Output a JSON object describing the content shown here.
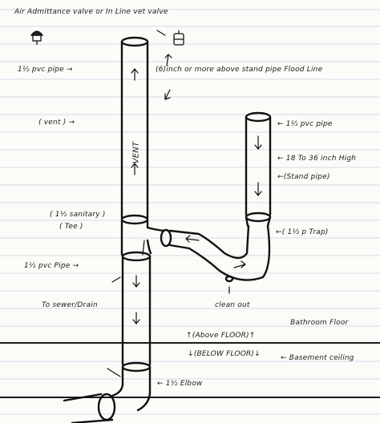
{
  "colors": {
    "paper": "#fbfbf8",
    "rule": "#9fb7cf",
    "ink": "#1a1a1a",
    "margin_line": "#d9a4a4"
  },
  "labels": {
    "air_admittance": "Air Admittance valve or In Line vet valve",
    "pvc_left": "1½ pvc pipe →",
    "six_inch": "(6)inch or more above stand pipe Flood Line",
    "vent_label": "( vent ) →",
    "vent_text": "VENT",
    "pvc_right": "← 1½ pvc pipe",
    "inch_high": "← 18 To 36 inch High",
    "stand_pipe": "←(Stand pipe)",
    "sanitary_tee_1": "( 1½ sanitary )",
    "sanitary_tee_2": "( Tee )",
    "p_trap": "←( 1½ p Trap)",
    "pvc_mid": "1½ pvc Pipe →",
    "clean_out": "clean out",
    "sewer_drain": "To sewer/Drain",
    "bathroom_floor": "Bathroom Floor",
    "above_floor": "↑(Above FLOOR)↑",
    "below_floor": "↓(BELOW FLOOR)↓",
    "basement_ceiling": "← Basement ceiling",
    "elbow": "← 1½ Elbow"
  },
  "icons": [
    "air-admittance-valve-icon",
    "inline-vent-valve-icon"
  ]
}
